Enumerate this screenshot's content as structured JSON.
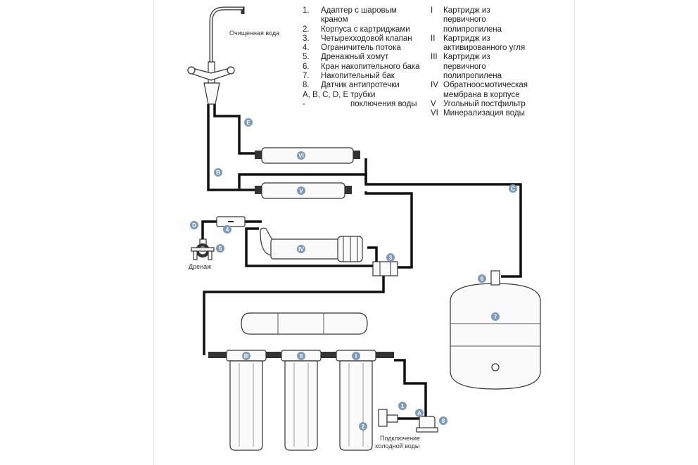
{
  "labels": {
    "clean_water": "Очищенная вода",
    "drain": "Дренаж",
    "cold_water_1": "Подключение",
    "cold_water_2": "холодной воды"
  },
  "legend_numbers": [
    {
      "key": "1.",
      "text": "Адаптер с шаровым краном"
    },
    {
      "key": "2.",
      "text": "Корпуса с картриджами"
    },
    {
      "key": "3.",
      "text": "Четырехходовой клапан"
    },
    {
      "key": "4.",
      "text": "Ограничитель потока"
    },
    {
      "key": "5.",
      "text": "Дренажный хомут"
    },
    {
      "key": "6.",
      "text": "Кран накопительного бака"
    },
    {
      "key": "7.",
      "text": "Накопительный бак"
    },
    {
      "key": "8.",
      "text": "Датчик антипротечки"
    },
    {
      "key": "A, B, C, D, E -",
      "text": "трубки поключения воды"
    }
  ],
  "legend_roman": [
    {
      "key": "I",
      "text": "Картридж из первичного полипропилена"
    },
    {
      "key": "II",
      "text": "Картридж из активированного угля"
    },
    {
      "key": "III",
      "text": "Картридж из первичного полипропилена"
    },
    {
      "key": "IV",
      "text": "Обратноосмотическая мембрана в корпусе"
    },
    {
      "key": "V",
      "text": "Угольный постфильтр"
    },
    {
      "key": "VI",
      "text": "Минерализация воды"
    }
  ],
  "badges": {
    "A": "A",
    "B": "B",
    "C": "C",
    "D": "D",
    "E": "E",
    "n1": "1",
    "n2": "2",
    "n3": "3",
    "n4": "4",
    "n5": "5",
    "n6": "6",
    "n7": "7",
    "n8": "8",
    "I": "I",
    "II": "II",
    "III": "III",
    "IV": "IV",
    "V": "V",
    "VI": "VI"
  },
  "colors": {
    "badge": "#7d9bb8",
    "tube": "#111111"
  }
}
